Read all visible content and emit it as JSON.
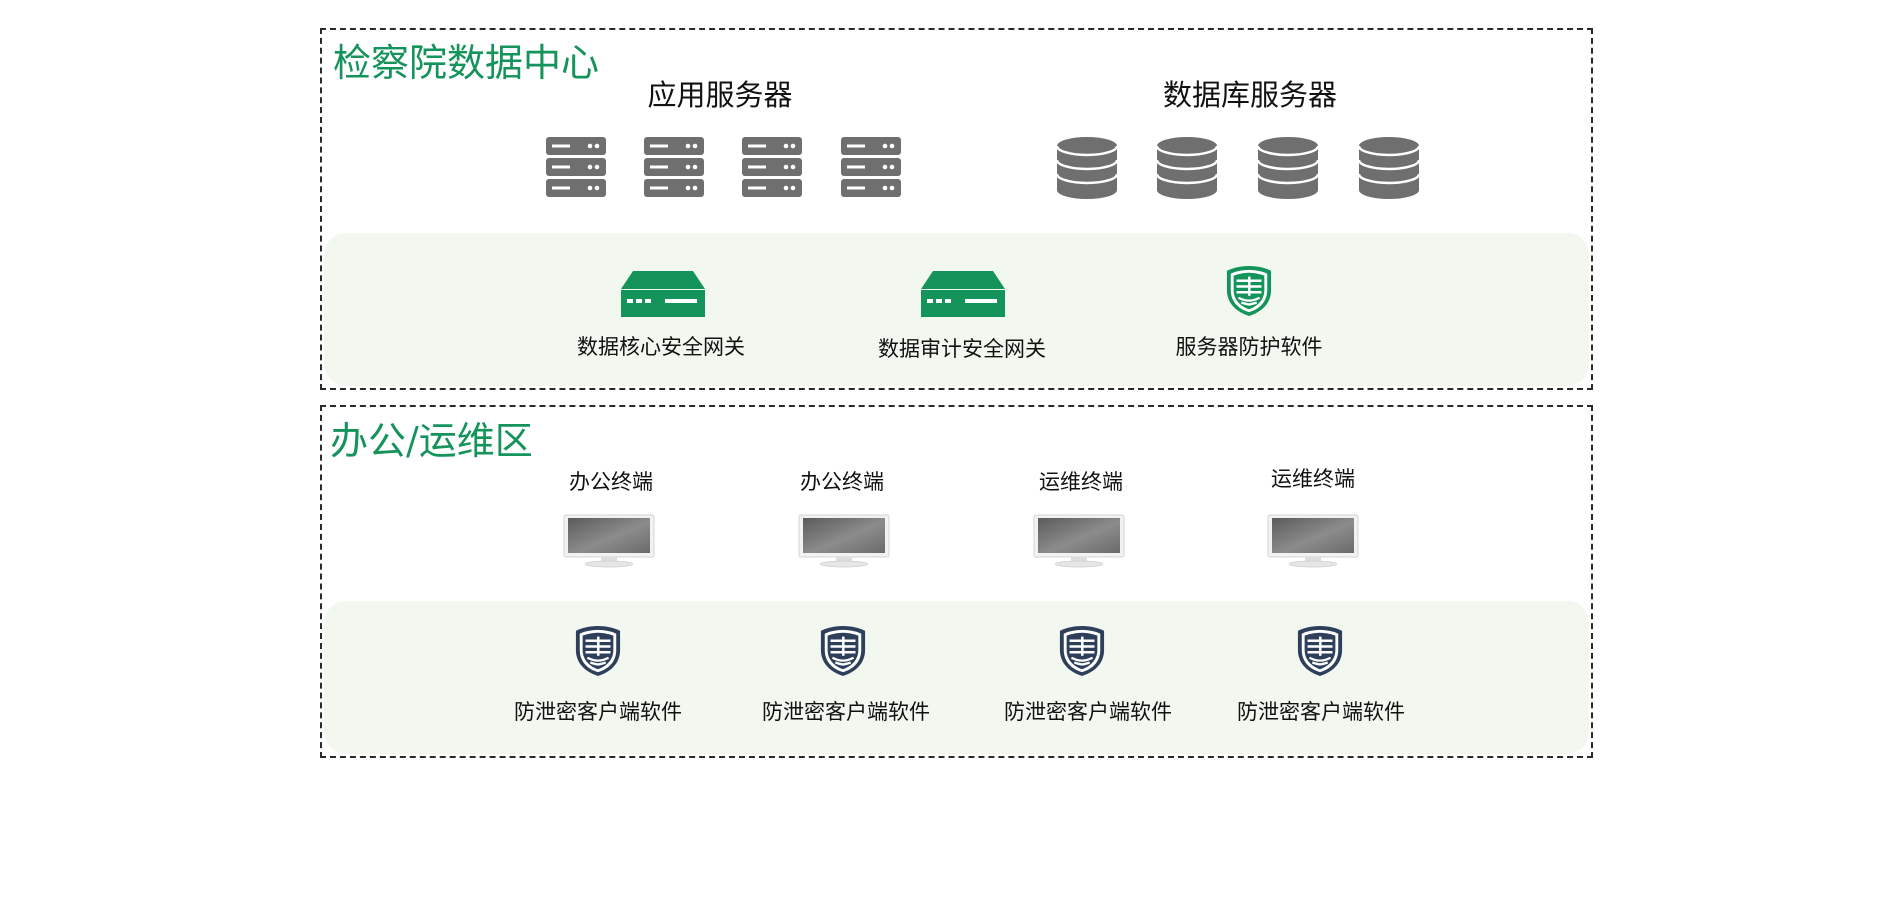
{
  "colors": {
    "accent_green": "#14935b",
    "band_bg": "#f2f8ef",
    "server_gray": "#6f6f6f",
    "shield_navy": "#2e3f5c",
    "dashed_border": "#2a2a2a"
  },
  "datacenter": {
    "title": "检察院数据中心",
    "app_servers": {
      "label": "应用服务器",
      "icon": "rack-server-icon",
      "items": [
        "rack-server-icon",
        "rack-server-icon",
        "rack-server-icon",
        "rack-server-icon"
      ]
    },
    "db_servers": {
      "label": "数据库服务器",
      "icon": "database-icon",
      "items": [
        "database-icon",
        "database-icon",
        "database-icon",
        "database-icon"
      ]
    },
    "security_nodes": [
      {
        "label": "数据核心安全网关",
        "icon": "gateway-device-icon"
      },
      {
        "label": "数据审计安全网关",
        "icon": "gateway-device-icon"
      },
      {
        "label": "服务器防护软件",
        "icon": "green-shield-icon"
      }
    ]
  },
  "office": {
    "title": "办公/运维区",
    "terminals": [
      {
        "label": "办公终端",
        "icon": "monitor-icon"
      },
      {
        "label": "办公终端",
        "icon": "monitor-icon"
      },
      {
        "label": "运维终端",
        "icon": "monitor-icon"
      },
      {
        "label": "运维终端",
        "icon": "monitor-icon"
      }
    ],
    "clients": [
      {
        "label": "防泄密客户端软件",
        "icon": "navy-shield-icon"
      },
      {
        "label": "防泄密客户端软件",
        "icon": "navy-shield-icon"
      },
      {
        "label": "防泄密客户端软件",
        "icon": "navy-shield-icon"
      },
      {
        "label": "防泄密客户端软件",
        "icon": "navy-shield-icon"
      }
    ]
  }
}
